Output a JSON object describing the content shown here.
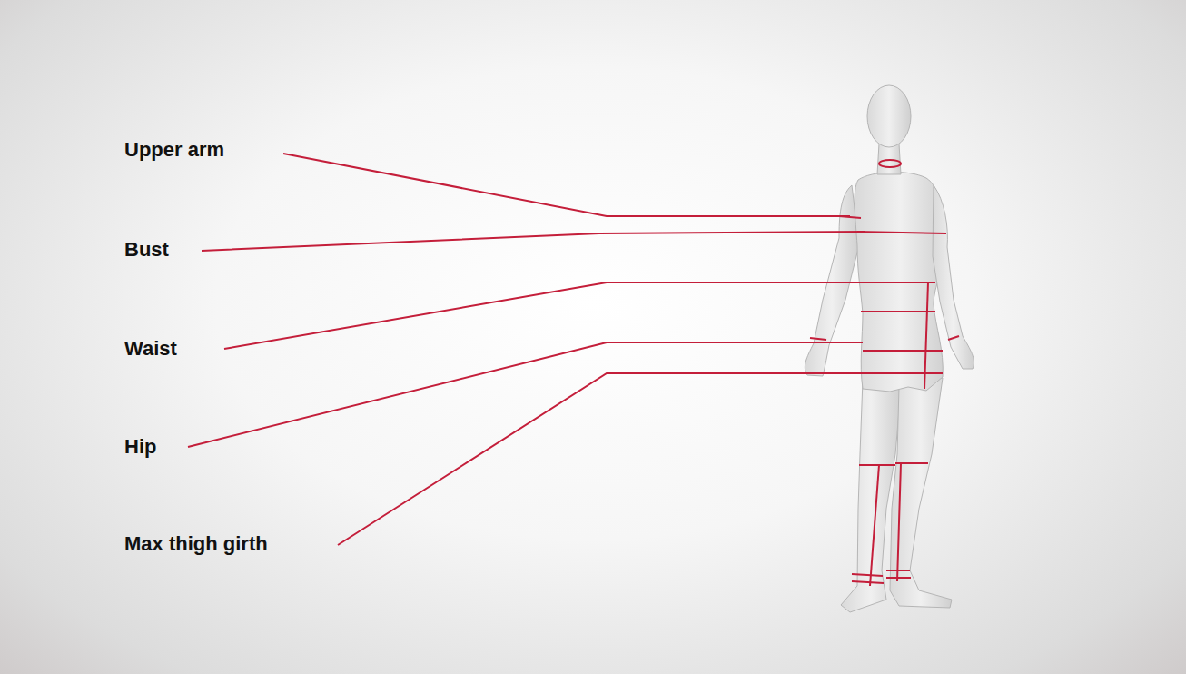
{
  "diagram": {
    "labels": [
      "Upper arm",
      "Bust",
      "Waist",
      "Hip",
      "Max thigh girth"
    ]
  }
}
